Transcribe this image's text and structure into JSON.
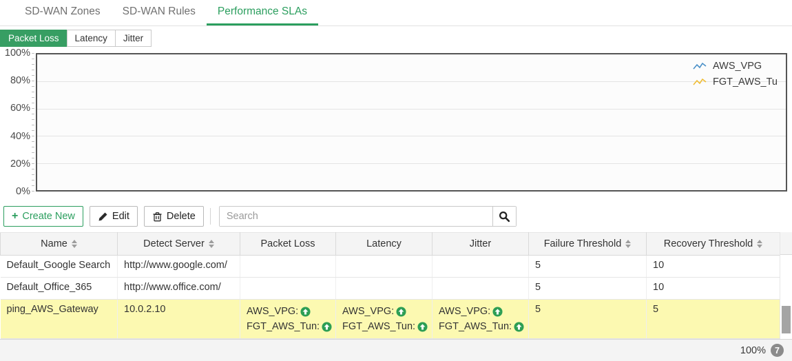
{
  "tabs": [
    {
      "label": "SD-WAN Zones",
      "active": false
    },
    {
      "label": "SD-WAN Rules",
      "active": false
    },
    {
      "label": "Performance SLAs",
      "active": true
    }
  ],
  "subtabs": [
    {
      "label": "Packet Loss",
      "active": true
    },
    {
      "label": "Latency",
      "active": false
    },
    {
      "label": "Jitter",
      "active": false
    }
  ],
  "chart_data": {
    "type": "line",
    "title": "",
    "xlabel": "",
    "ylabel": "",
    "ylim": [
      0,
      100
    ],
    "y_tick_labels": [
      "100%",
      "80%",
      "60%",
      "40%",
      "20%",
      "0%"
    ],
    "grid": true,
    "legend_position": "top-right",
    "series": [
      {
        "name": "AWS_VPG",
        "color": "#4a90c8",
        "values": []
      },
      {
        "name": "FGT_AWS_Tu",
        "color": "#f0bd35",
        "values": []
      }
    ]
  },
  "toolbar": {
    "create_label": "Create New",
    "edit_label": "Edit",
    "delete_label": "Delete",
    "search_placeholder": "Search",
    "search_value": ""
  },
  "icons": {
    "plus": "+"
  },
  "colors": {
    "accent_green": "#2b9e5e",
    "subtab_active_bg": "#379e63",
    "row_highlight": "#fcf9b1",
    "status_up_green": "#2d9e54",
    "legend_blue": "#4a90c8",
    "legend_yellow": "#f0bd35"
  },
  "table": {
    "columns": [
      {
        "label": "Name",
        "sortable": true
      },
      {
        "label": "Detect Server",
        "sortable": true
      },
      {
        "label": "Packet Loss",
        "sortable": false
      },
      {
        "label": "Latency",
        "sortable": false
      },
      {
        "label": "Jitter",
        "sortable": false
      },
      {
        "label": "Failure Threshold",
        "sortable": true
      },
      {
        "label": "Recovery Threshold",
        "sortable": true
      }
    ],
    "rows": [
      {
        "name": "Default_Google Search",
        "detect_server": "http://www.google.com/",
        "members": [],
        "failure_threshold": "5",
        "recovery_threshold": "10",
        "highlighted": false
      },
      {
        "name": "Default_Office_365",
        "detect_server": "http://www.office.com/",
        "members": [],
        "failure_threshold": "5",
        "recovery_threshold": "10",
        "highlighted": false
      },
      {
        "name": "ping_AWS_Gateway",
        "detect_server": "10.0.2.10",
        "members": [
          "AWS_VPG:",
          "FGT_AWS_Tun:"
        ],
        "member_status": [
          "up",
          "up"
        ],
        "failure_threshold": "5",
        "recovery_threshold": "5",
        "highlighted": true
      }
    ]
  },
  "footer": {
    "zoom_level": "100%",
    "badge_count": "7"
  }
}
